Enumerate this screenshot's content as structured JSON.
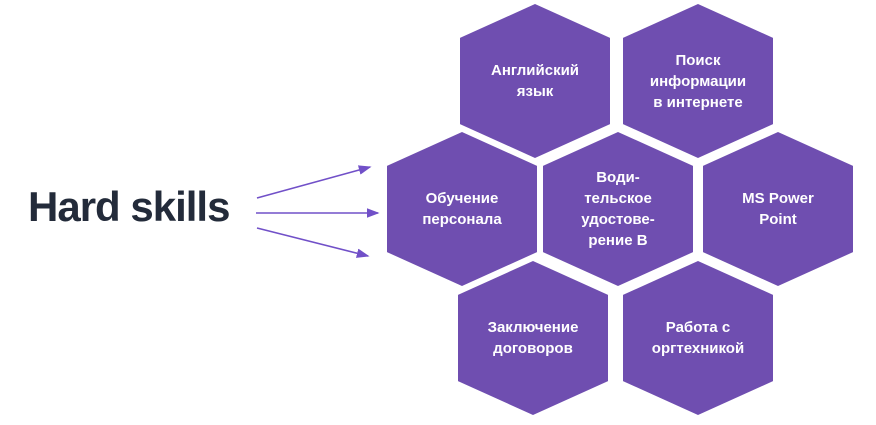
{
  "title": "Hard skills",
  "colors": {
    "background": "#ffffff",
    "hex_fill": "#6f4eb0",
    "hex_text": "#ffffff",
    "title_text": "#232b3a",
    "arrow": "#7150c8"
  },
  "hexagons": [
    {
      "id": "english-language",
      "label": "Английский\nязык"
    },
    {
      "id": "internet-search",
      "label": "Поиск\nинформации\nв интернете"
    },
    {
      "id": "staff-training",
      "label": "Обучение\nперсонала"
    },
    {
      "id": "drivers-license",
      "label": "Води-\nтельское\nудостове-\nрение В"
    },
    {
      "id": "ms-powerpoint",
      "label": "MS Power\nPoint"
    },
    {
      "id": "contract-signing",
      "label": "Заключение\nдоговоров"
    },
    {
      "id": "office-equipment",
      "label": "Работа с\nоргтехникой"
    }
  ],
  "arrow_count": 3
}
